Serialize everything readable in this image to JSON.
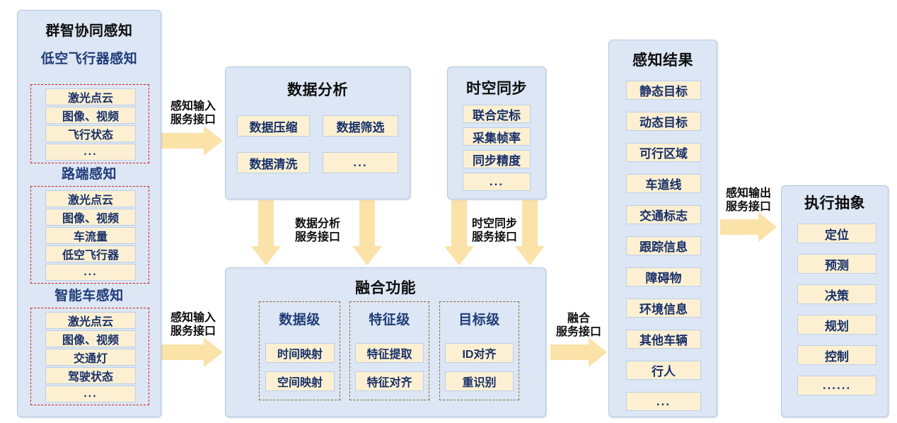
{
  "diagram": {
    "left_panel": {
      "title": "群智协同感知",
      "groups": [
        {
          "name": "低空飞行器感知",
          "items": [
            "激光点云",
            "图像、视频",
            "飞行状态",
            "..."
          ]
        },
        {
          "name": "路端感知",
          "items": [
            "激光点云",
            "图像、视频",
            "车流量",
            "低空飞行器",
            "..."
          ]
        },
        {
          "name": "智能车感知",
          "items": [
            "激光点云",
            "图像、视频",
            "交通灯",
            "驾驶状态",
            "..."
          ]
        }
      ]
    },
    "data_analysis_panel": {
      "title": "数据分析",
      "items": [
        "数据压缩",
        "数据筛选",
        "数据清洗",
        "..."
      ]
    },
    "sync_panel": {
      "title": "时空同步",
      "items": [
        "联合定标",
        "采集帧率",
        "同步精度",
        "..."
      ]
    },
    "fusion_panel": {
      "title": "融合功能",
      "groups": [
        {
          "name": "数据级",
          "items": [
            "时间映射",
            "空间映射"
          ]
        },
        {
          "name": "特征级",
          "items": [
            "特征提取",
            "特征对齐"
          ]
        },
        {
          "name": "目标级",
          "items": [
            "ID对齐",
            "重识别"
          ]
        }
      ]
    },
    "result_panel": {
      "title": "感知结果",
      "items": [
        "静态目标",
        "动态目标",
        "可行区域",
        "车道线",
        "交通标志",
        "跟踪信息",
        "障碍物",
        "环境信息",
        "其他车辆",
        "行人",
        "..."
      ]
    },
    "exec_panel": {
      "title": "执行抽象",
      "items": [
        "定位",
        "预测",
        "决策",
        "规划",
        "控制",
        "......"
      ]
    },
    "arrows": {
      "sense_input_top": "感知输入\n服务接口",
      "sense_input_bottom": "感知输入\n服务接口",
      "data_analysis_service": "数据分析\n服务接口",
      "sync_service": "时空同步\n服务接口",
      "fusion_service": "融合\n服务接口",
      "sense_output": "感知输出\n服务接口"
    }
  },
  "colors": {
    "panel_fill": "#dce6f4",
    "panel_border": "#b4c8e4",
    "chip_fill": "#fdf0d2",
    "chip_border": "#bcd0e8",
    "chip_text": "#17306b",
    "title_text": "#0d0d0d",
    "subtitle_text": "#1f3c78",
    "arrow_fill": "#fbe2a8",
    "dashed_red": "#d81e1e",
    "dashed_brown": "#8a6a39"
  }
}
